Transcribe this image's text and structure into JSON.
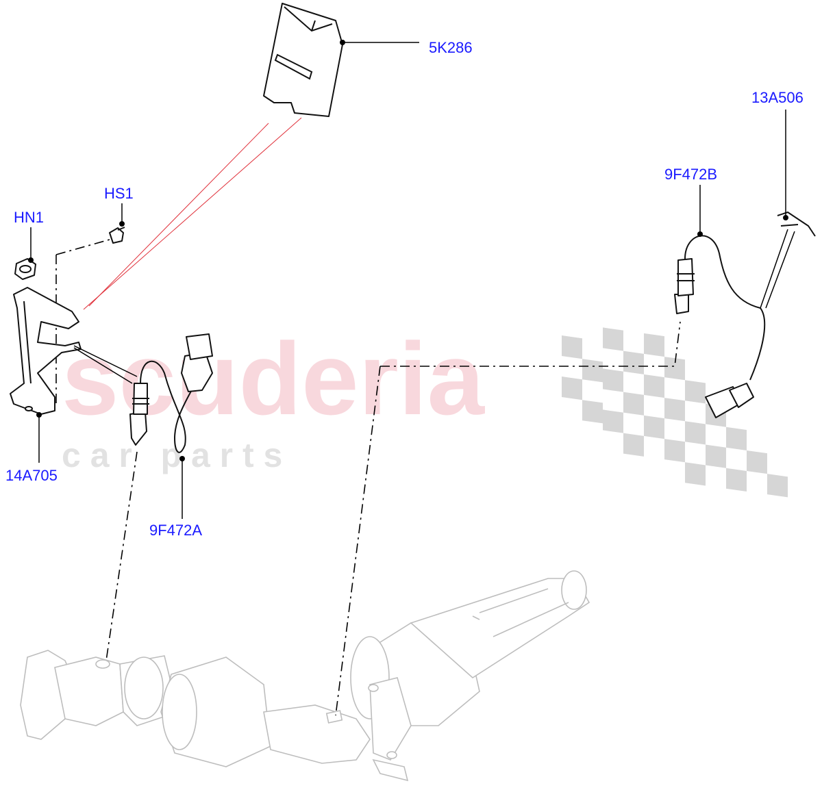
{
  "diagram": {
    "watermark": {
      "brand": "scuderia",
      "tagline": "c a r   p a r t s"
    },
    "callouts": [
      {
        "id": "5K286",
        "label": "5K286"
      },
      {
        "id": "13A506",
        "label": "13A506"
      },
      {
        "id": "9F472B",
        "label": "9F472B"
      },
      {
        "id": "HS1",
        "label": "HS1"
      },
      {
        "id": "HN1",
        "label": "HN1"
      },
      {
        "id": "14A705",
        "label": "14A705"
      },
      {
        "id": "9F472A",
        "label": "9F472A"
      }
    ]
  },
  "colors": {
    "callout_text": "#1a1aff",
    "leader": "#000000",
    "ghost_parts": "#bdbdbd",
    "watermark_main": "#f4b9c3",
    "watermark_sub": "#d0d0d0",
    "guide_line": "#e0303a"
  }
}
